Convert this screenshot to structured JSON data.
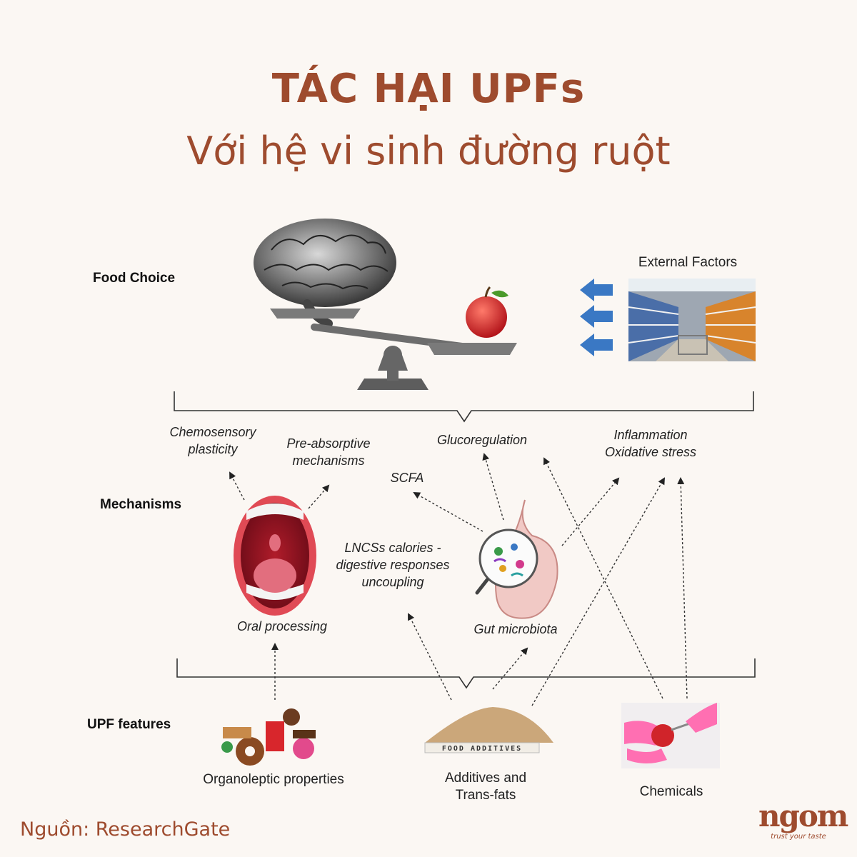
{
  "header": {
    "title": "TÁC HẠI UPFs",
    "subtitle": "Với hệ vi sinh đường ruột"
  },
  "rows": {
    "food_choice": "Food Choice",
    "mechanisms": "Mechanisms",
    "upf_features": "UPF features"
  },
  "food_choice": {
    "external_factors": "External Factors"
  },
  "mechanisms": {
    "chemosensory_1": "Chemosensory",
    "chemosensory_2": "plasticity",
    "preabsorptive_1": "Pre-absorptive",
    "preabsorptive_2": "mechanisms",
    "glucoregulation": "Glucoregulation",
    "inflammation_1": "Inflammation",
    "inflammation_2": "Oxidative stress",
    "scfa": "SCFA",
    "lncss_1": "LNCSs calories -",
    "lncss_2": "digestive responses",
    "lncss_3": "uncoupling",
    "oral_processing": "Oral processing",
    "gut_microbiota": "Gut microbiota"
  },
  "features": {
    "organoleptic": "Organoleptic properties",
    "additives_1": "Additives and",
    "additives_2": "Trans-fats",
    "chemicals": "Chemicals",
    "food_additives_sign": "FOOD ADDITIVES"
  },
  "footer": {
    "source": "Nguồn: ResearchGate"
  },
  "colors": {
    "accent": "#9e4b2e",
    "arrow_blue": "#3a78c4",
    "background": "#fbf7f3"
  }
}
